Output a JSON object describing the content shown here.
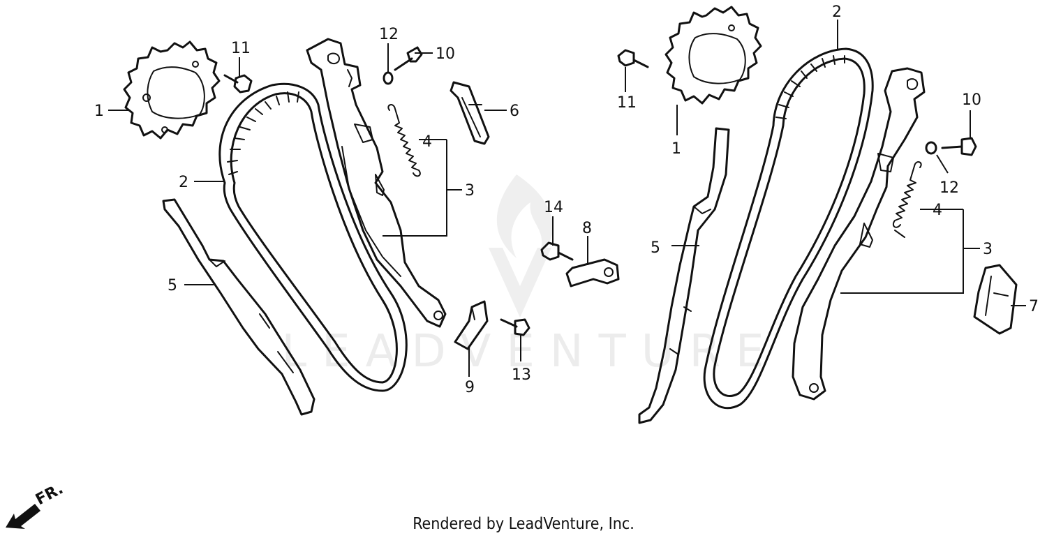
{
  "watermark": {
    "text": "LEADVENTURE"
  },
  "direction": {
    "label": "FR."
  },
  "footer": {
    "text": "Rendered by LeadVenture, Inc."
  },
  "callouts_left": [
    "1",
    "2",
    "3",
    "4",
    "5",
    "6",
    "8",
    "9",
    "10",
    "11",
    "12",
    "13",
    "14"
  ],
  "callouts_right": [
    "1",
    "2",
    "3",
    "4",
    "5",
    "7",
    "10",
    "11",
    "12"
  ]
}
